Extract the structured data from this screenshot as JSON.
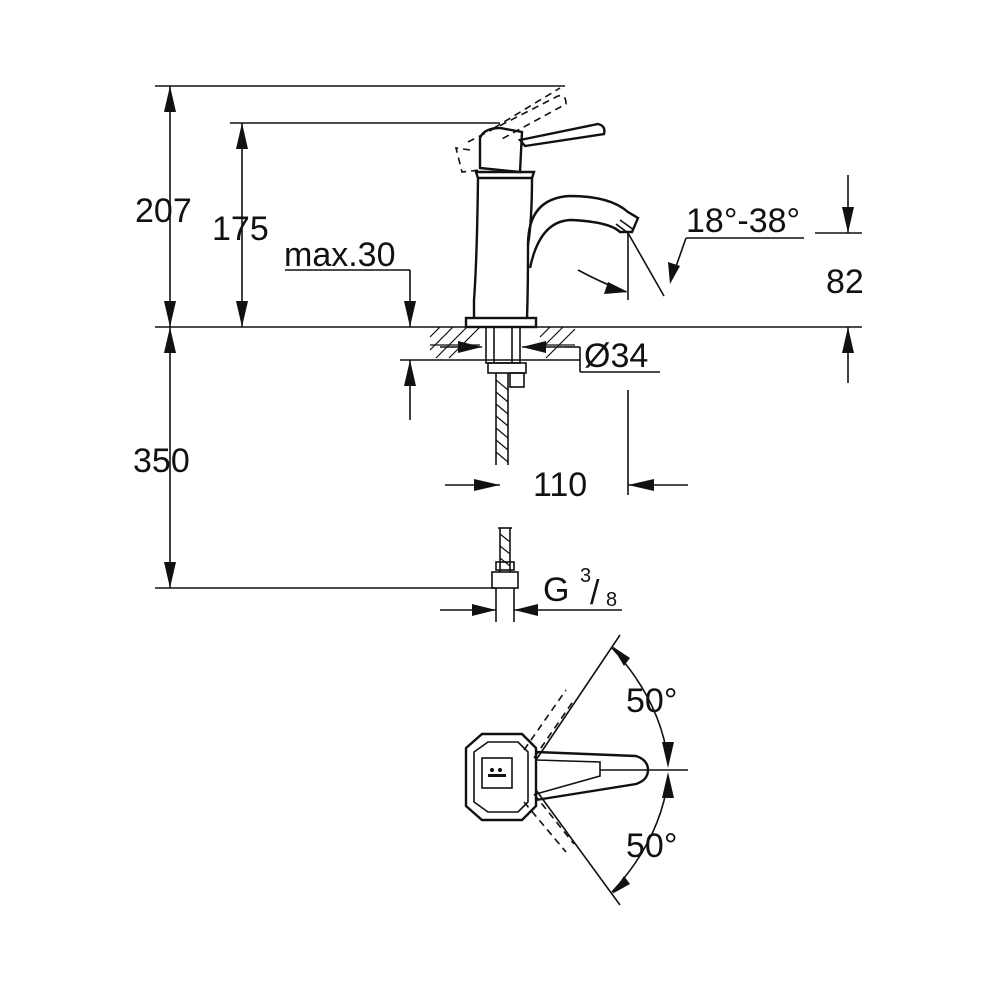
{
  "dimensions": {
    "height_total": "207",
    "height_spout": "175",
    "max_thickness": "max.30",
    "angle_range": "18°-38°",
    "height_outlet": "82",
    "diameter": "Ø34",
    "depth_hose": "350",
    "reach": "110",
    "thread_letter": "G",
    "thread_num": "3",
    "thread_slash": "/",
    "thread_den": "8",
    "angle_top": "50°",
    "angle_bottom": "50°"
  }
}
